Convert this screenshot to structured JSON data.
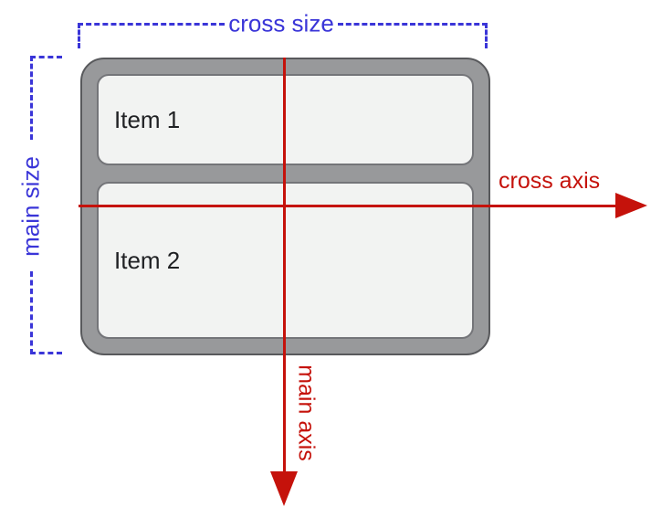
{
  "diagram": {
    "labels": {
      "cross_size": "cross size",
      "main_size": "main size",
      "cross_axis": "cross axis",
      "main_axis": "main axis"
    },
    "container": {
      "items": [
        {
          "label": "Item 1"
        },
        {
          "label": "Item 2"
        }
      ]
    },
    "colors": {
      "measure_blue": "#3a35d8",
      "axis_red": "#c5120b",
      "container_fill": "#98999b",
      "container_outline": "#58595c",
      "item_fill": "#f2f3f2",
      "item_border": "#747579",
      "item_text": "#202124",
      "background": "#ffffff"
    }
  }
}
